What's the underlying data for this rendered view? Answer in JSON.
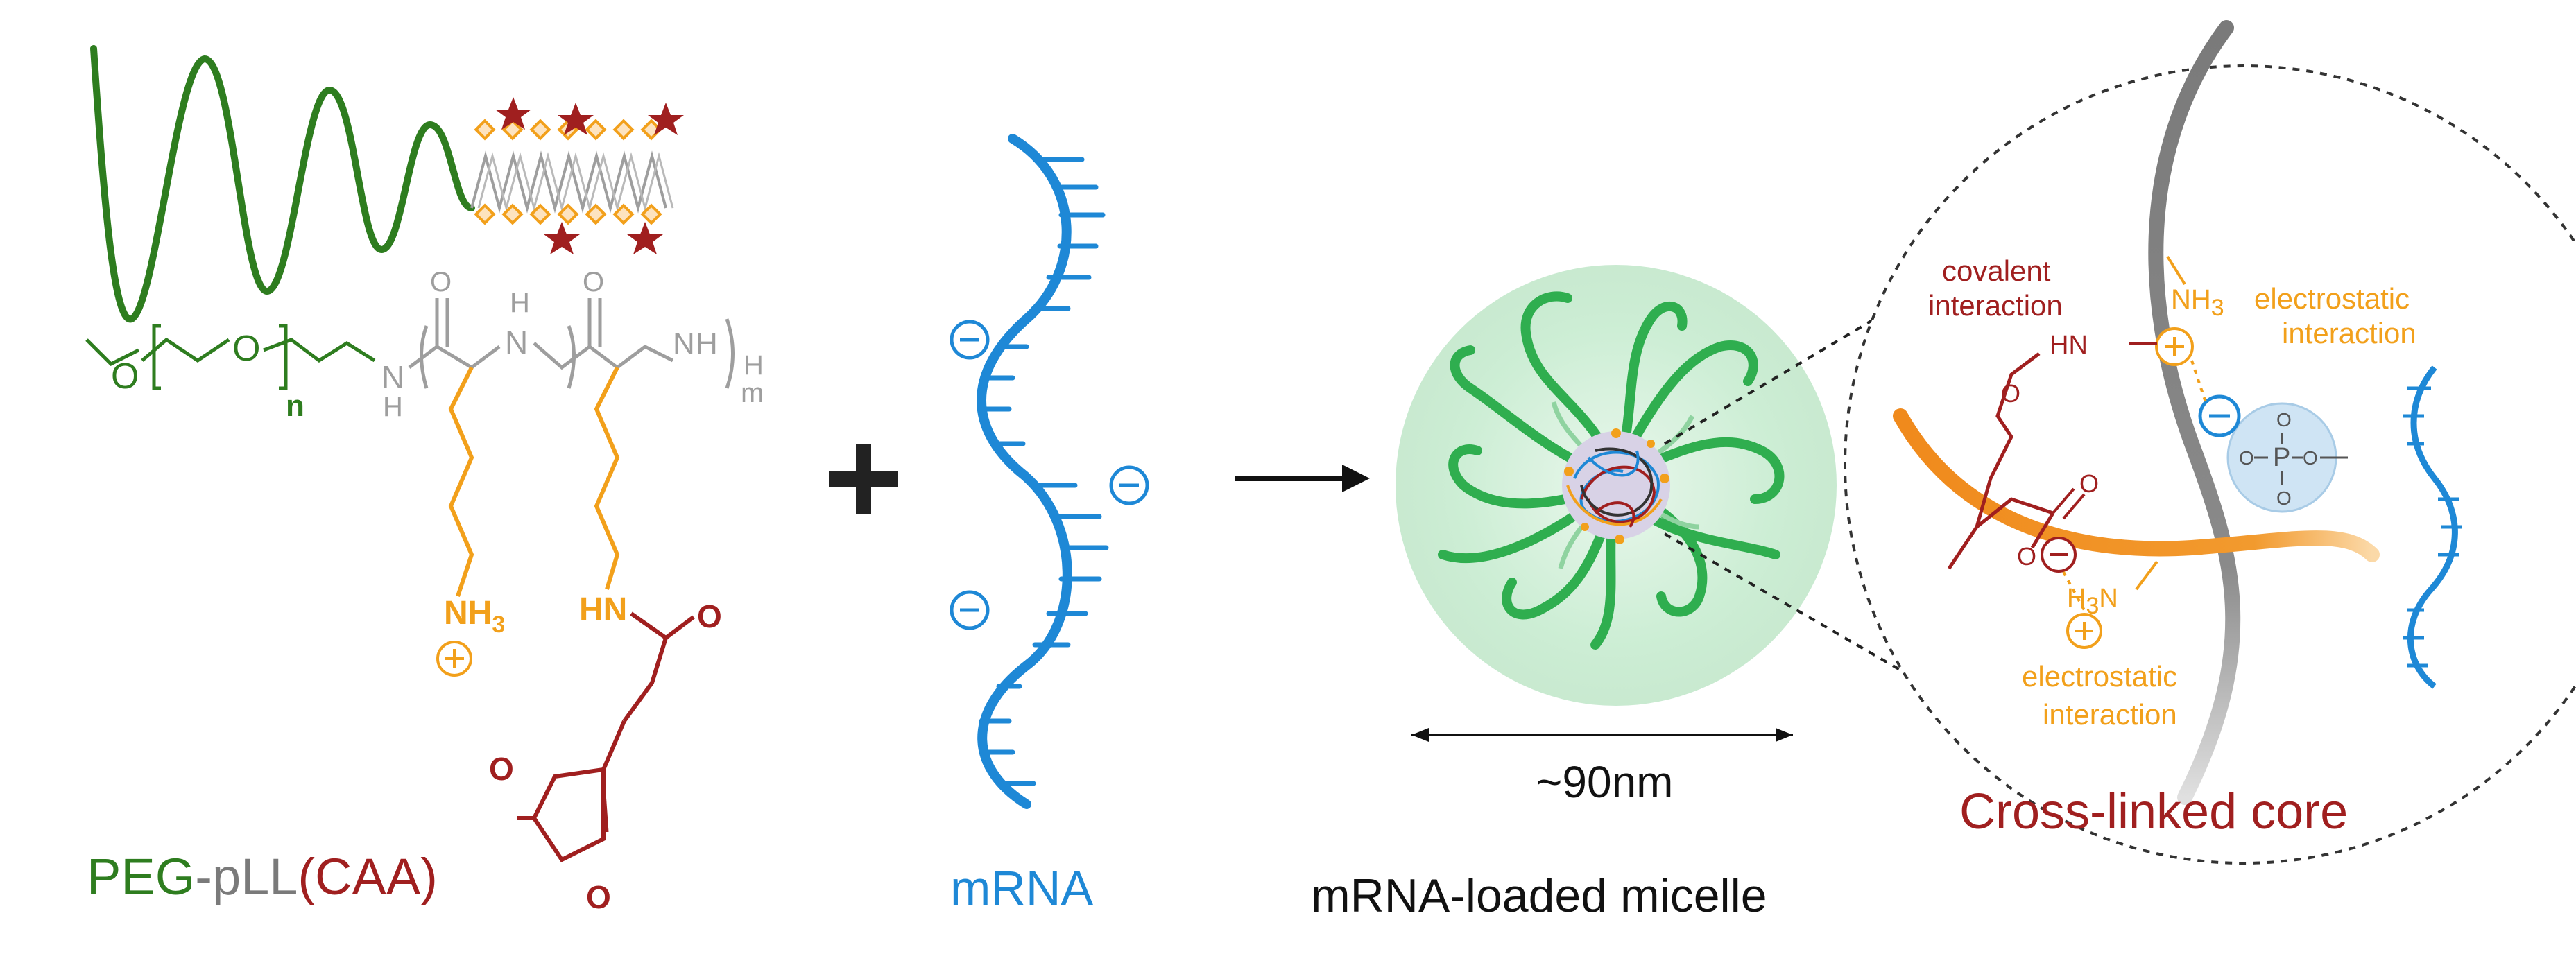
{
  "colors": {
    "peg": "#2e7d1f",
    "pll": "#9e9e9e",
    "caa": "#a01f1f",
    "lysine": "#f2a01b",
    "mrna": "#1e88d6",
    "micelle_halo": "#bde8c6",
    "micelle_arms": "#2fae4f",
    "dark": "#111111"
  },
  "labels": {
    "polymer_peg": "PEG",
    "polymer_dash": "-",
    "polymer_pll": "pLL",
    "polymer_caa": "(CAA)",
    "mrna": "mRNA",
    "micelle": "mRNA-loaded micelle",
    "size": "~90nm",
    "core_title": "Cross-linked core",
    "covalent_1": "covalent",
    "covalent_2": "interaction",
    "electrostatic_top_1": "electrostatic",
    "electrostatic_top_2": "interaction",
    "electrostatic_bottom_1": "electrostatic",
    "electrostatic_bottom_2": "interaction"
  },
  "chem": {
    "o": "O",
    "n_sub": "n",
    "nh": "N",
    "h": "H",
    "m_sub": "m",
    "nh3": "NH",
    "nh3_sub": "3",
    "hn": "HN",
    "h3n": "H",
    "h3n_sub": "3",
    "h3n_n": "N",
    "p": "P",
    "minus": "−",
    "plus": "+"
  }
}
